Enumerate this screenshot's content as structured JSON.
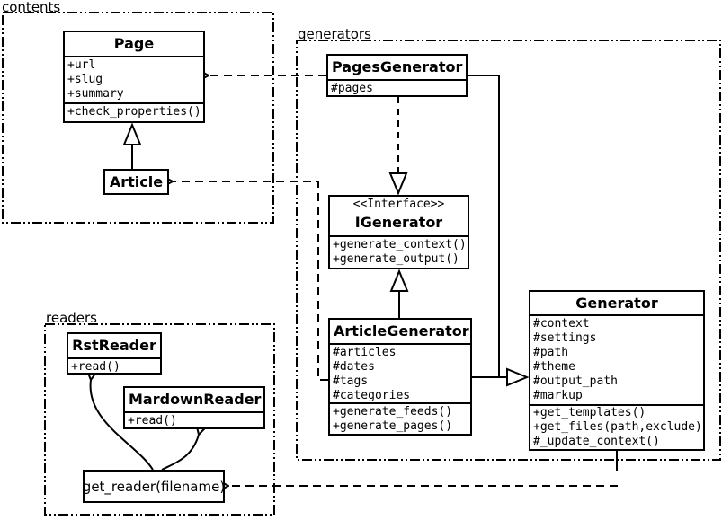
{
  "packages": {
    "contents": {
      "label": "contents"
    },
    "generators": {
      "label": "generators"
    },
    "readers": {
      "label": "readers"
    }
  },
  "classes": {
    "page": {
      "name": "Page",
      "attributes": [
        "+url",
        "+slug",
        "+summary"
      ],
      "methods": [
        "+check_properties()"
      ]
    },
    "article": {
      "name": "Article"
    },
    "pages_generator": {
      "name": "PagesGenerator",
      "attributes": [
        "#pages"
      ]
    },
    "igenerator": {
      "stereotype": "<<Interface>>",
      "name": "IGenerator",
      "methods": [
        "+generate_context()",
        "+generate_output()"
      ]
    },
    "article_generator": {
      "name": "ArticleGenerator",
      "attributes": [
        "#articles",
        "#dates",
        "#tags",
        "#categories"
      ],
      "methods": [
        "+generate_feeds()",
        "+generate_pages()"
      ]
    },
    "generator": {
      "name": "Generator",
      "attributes": [
        "#context",
        "#settings",
        "#path",
        "#theme",
        "#output_path",
        "#markup"
      ],
      "methods": [
        "+get_templates()",
        "+get_files(path,exclude)",
        "#_update_context()"
      ]
    },
    "rst_reader": {
      "name": "RstReader",
      "methods": [
        "+read()"
      ]
    },
    "mardown_reader": {
      "name": "MardownReader",
      "methods": [
        "+read()"
      ]
    },
    "get_reader": {
      "name": "get_reader(filename)"
    }
  },
  "relationships": [
    {
      "from": "Article",
      "to": "Page",
      "type": "inheritance"
    },
    {
      "from": "PagesGenerator",
      "to": "Page",
      "type": "dependency"
    },
    {
      "from": "PagesGenerator",
      "to": "IGenerator",
      "type": "realization"
    },
    {
      "from": "ArticleGenerator",
      "to": "IGenerator",
      "type": "inheritance"
    },
    {
      "from": "PagesGenerator",
      "to": "Generator",
      "type": "inheritance"
    },
    {
      "from": "ArticleGenerator",
      "to": "Generator",
      "type": "inheritance"
    },
    {
      "from": "ArticleGenerator",
      "to": "Article",
      "type": "dependency"
    },
    {
      "from": "Generator",
      "to": "get_reader(filename)",
      "type": "dependency"
    },
    {
      "from": "get_reader(filename)",
      "to": "RstReader",
      "type": "call"
    },
    {
      "from": "get_reader(filename)",
      "to": "MardownReader",
      "type": "call"
    }
  ],
  "colors": {
    "line": "#000000",
    "background": "#ffffff"
  }
}
